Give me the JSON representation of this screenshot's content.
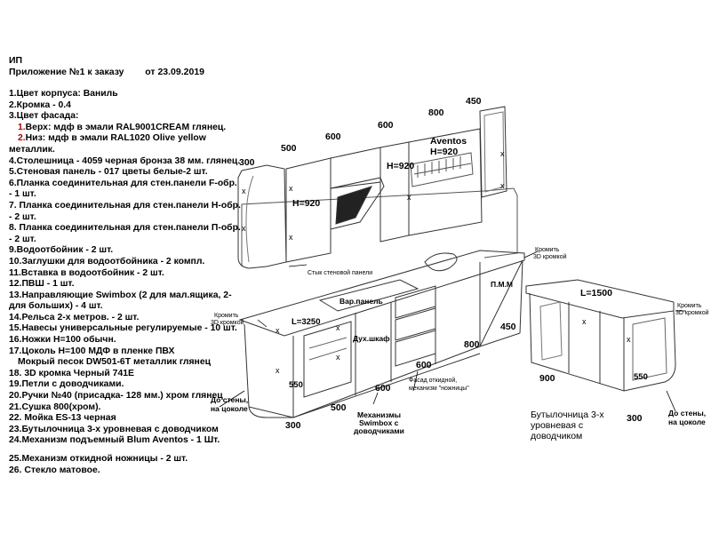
{
  "header": {
    "org": "ИП",
    "appendix": "Приложение №1 к заказу",
    "date": "от 23.09.2019"
  },
  "spec": {
    "items": [
      "1.Цвет корпуса: Ваниль",
      "2.Кромка - 0.4",
      "3.Цвет фасада:",
      "4.Столешница - 4059 черная бронза 38 мм. глянец.",
      "5.Стеновая панель - 017 цветы белые-2 шт.",
      "6.Планка соединительная для стен.панели F-обр. - 1 шт.",
      "7. Планка соединительная для стен.панели Н-обр. - 2 шт.",
      "8. Планка соединительная для стен.панели П-обр. - 2 шт.",
      "9.Водоотбойник - 2 шт.",
      "10.Заглушки для водоотбойника - 2 компл.",
      "11.Вставка в водоотбойник - 2 шт.",
      "12.ПВШ - 1 шт.",
      "13.Направляющие Swimbox (2 для мал.ящика, 2- для больших) - 4 шт.",
      "14.Рельса 2-х метров. - 2 шт.",
      "15.Навесы универсальные регулируемые - 10 шт.",
      "16.Ножки Н=100 обычн.",
      "17.Цоколь Н=100 МДФ в пленке ПВХ",
      "Мокрый песок DW501-6T металлик глянец",
      "18. 3D кромка Черный 741Е",
      "19.Петли с доводчиками.",
      "20.Ручки №40 (присадка- 128 мм.) хром глянец",
      "21.Сушка 800(хром).",
      "22. Мойка ES-13 черная",
      "23.Бутылочница 3-х уровневая с доводчиком",
      "24.Механизм подъемный Blum Aventos - 1 Шт."
    ],
    "facade_sub": [
      {
        "num": "1.",
        "text": "Верх: мдф в эмали RAL9001CREAM глянец."
      },
      {
        "num": "2.",
        "text": "Низ: мдф в эмали RAL1020 Olive yellow металлик."
      }
    ],
    "tail": [
      "25.Механизм откидной  ножницы - 2 шт.",
      "26. Стекло матовое."
    ]
  },
  "drawing": {
    "dims": {
      "d300a": "300",
      "d500a": "500",
      "d600a": "600",
      "d600b": "600",
      "d800a": "800",
      "d450a": "450",
      "h920a": "H=920",
      "h920b": "H=920",
      "aventos": "Aventos",
      "h920c": "H=920",
      "l3250": "L=3250",
      "d550a": "550",
      "d600c": "600",
      "d600d": "600",
      "d500b": "500",
      "d300b": "300",
      "d800b": "800",
      "d450b": "450",
      "l1500": "L=1500",
      "d900": "900",
      "d550b": "550",
      "d300c": "300"
    },
    "labels": {
      "stuk": "Стык стеновой панели",
      "var_panel": "Вар.панель",
      "pmm": "П.М.М",
      "duh": "Дух.шкаф",
      "fasad_line1": "Фасад откидной,",
      "fasad_line2": "механизм \"ножницы\"",
      "mech_line1": "Механизмы",
      "mech_line2": "Swimbox с",
      "mech_line3": "доводчиками",
      "chrome_line1": "Кромить",
      "chrome_line2": "3D кромкой",
      "wall_line1": "До стены,",
      "wall_line2": "на цоколе",
      "bottle_line1": "Бутылочница 3-х",
      "bottle_line2": "уровневая с",
      "bottle_line3": "доводчиком",
      "x": "x"
    }
  }
}
